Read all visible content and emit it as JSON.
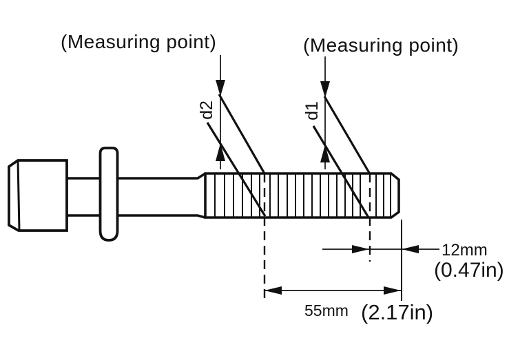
{
  "labels": {
    "measuring_point_left": "(Measuring point)",
    "measuring_point_right": "(Measuring point)",
    "d2": "d2",
    "d1": "d1"
  },
  "dimensions": {
    "offset_12": {
      "metric": "12mm",
      "imperial": "(0.47in)"
    },
    "length_55": {
      "metric": "55mm",
      "imperial": "(2.17in)"
    }
  },
  "colors": {
    "ink": "#111111",
    "background": "#ffffff"
  }
}
